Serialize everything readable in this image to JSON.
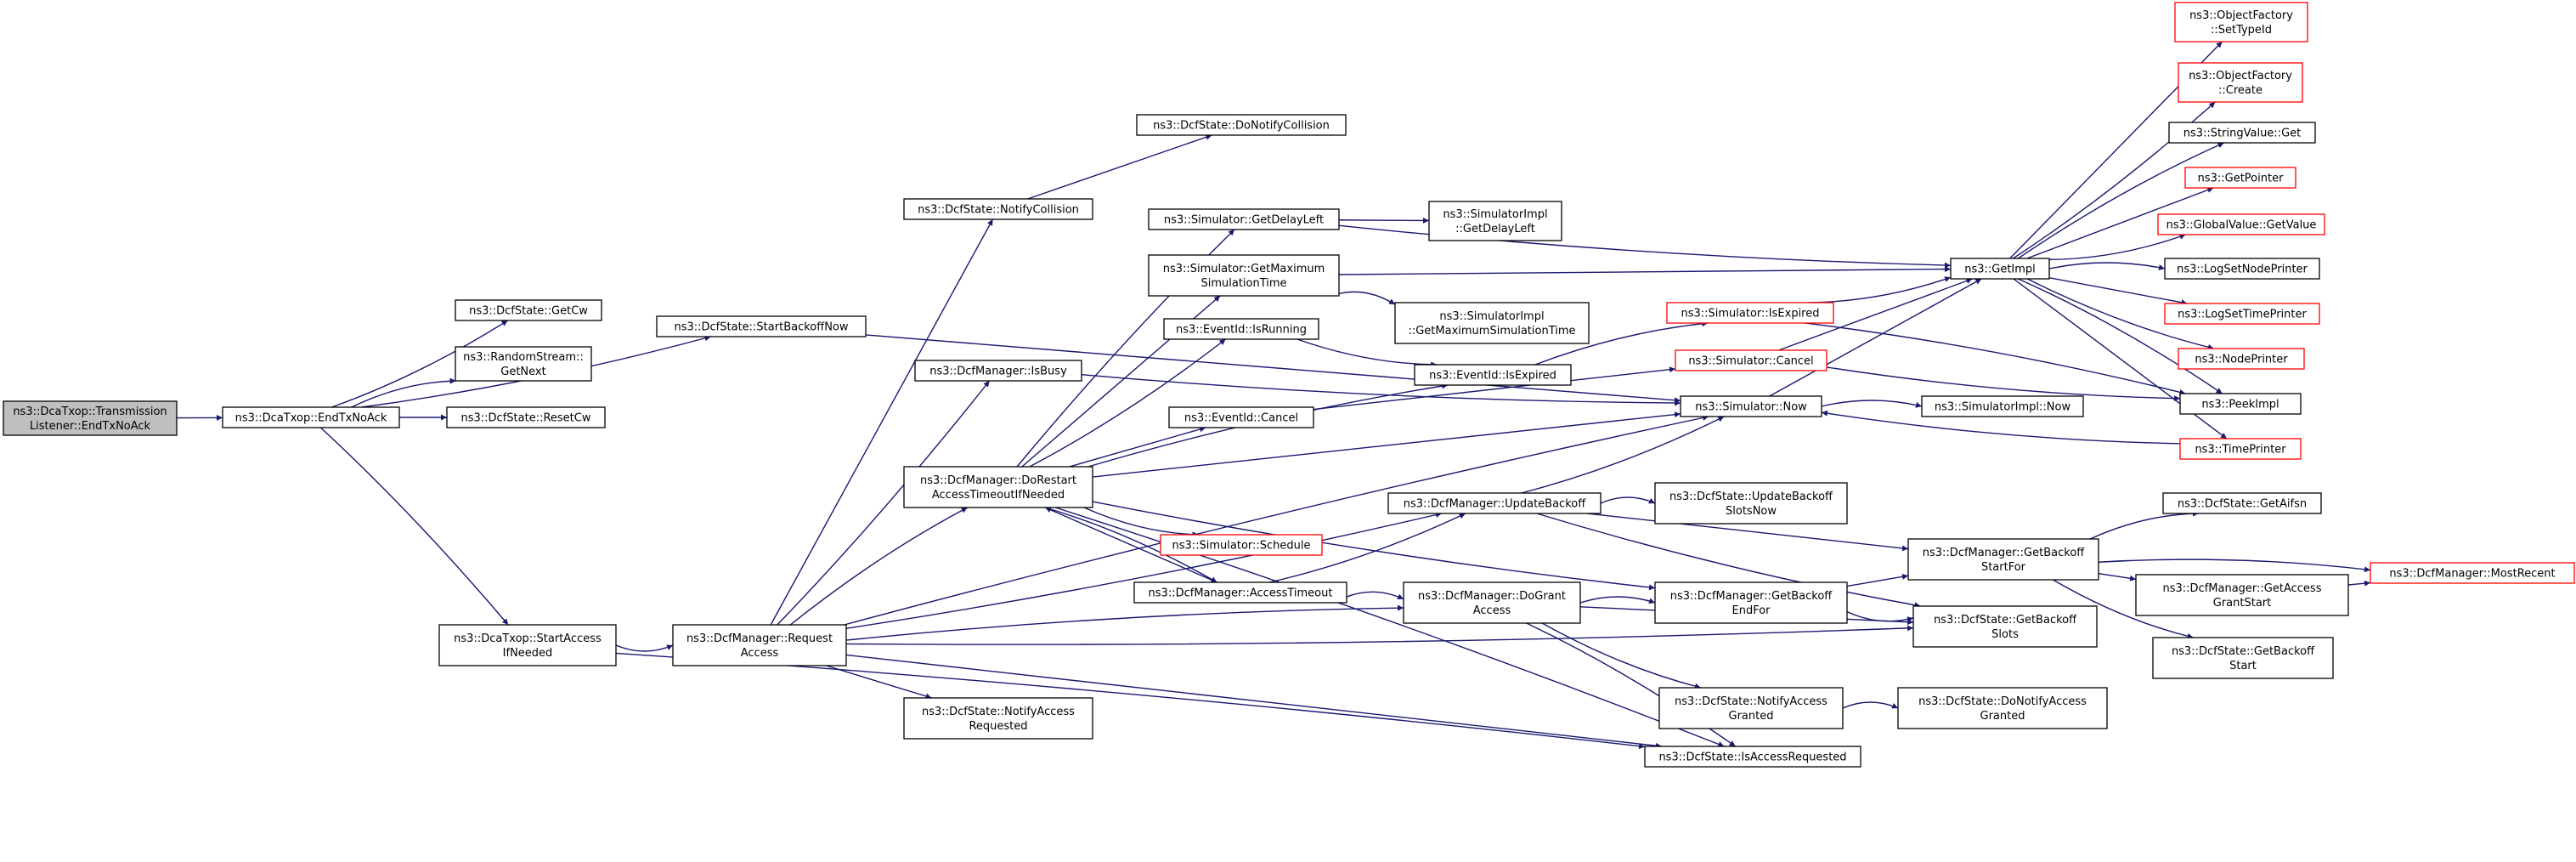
{
  "colors": {
    "edge": "#191970",
    "node_border": "#000000",
    "node_border_truncated": "#ff0000",
    "node_fill": "#ffffff",
    "root_fill": "#bfbfbf",
    "text": "#000000"
  },
  "nodes": [
    {
      "id": "root",
      "lines": [
        "ns3::DcaTxop::Transmission",
        "Listener::EndTxNoAck"
      ],
      "style": "root"
    },
    {
      "id": "dca-endtxnoack",
      "lines": [
        "ns3::DcaTxop::EndTxNoAck"
      ],
      "style": "normal"
    },
    {
      "id": "dcfstate-getcw",
      "lines": [
        "ns3::DcfState::GetCw"
      ],
      "style": "normal"
    },
    {
      "id": "randomstream-getnext",
      "lines": [
        "ns3::RandomStream::",
        "GetNext"
      ],
      "style": "normal"
    },
    {
      "id": "dcfstate-resetcw",
      "lines": [
        "ns3::DcfState::ResetCw"
      ],
      "style": "normal"
    },
    {
      "id": "dcfstate-startbackoffnow",
      "lines": [
        "ns3::DcfState::StartBackoffNow"
      ],
      "style": "normal"
    },
    {
      "id": "dca-startaccessifneeded",
      "lines": [
        "ns3::DcaTxop::StartAccess",
        "IfNeeded"
      ],
      "style": "normal"
    },
    {
      "id": "dcfmanager-requestaccess",
      "lines": [
        "ns3::DcfManager::Request",
        "Access"
      ],
      "style": "normal"
    },
    {
      "id": "dcfstate-notifycollision",
      "lines": [
        "ns3::DcfState::NotifyCollision"
      ],
      "style": "normal"
    },
    {
      "id": "dcfstate-donotifycollision",
      "lines": [
        "ns3::DcfState::DoNotifyCollision"
      ],
      "style": "normal"
    },
    {
      "id": "dcfmanager-isbusy",
      "lines": [
        "ns3::DcfManager::IsBusy"
      ],
      "style": "normal"
    },
    {
      "id": "dcfmanager-dorestart",
      "lines": [
        "ns3::DcfManager::DoRestart",
        "AccessTimeoutIfNeeded"
      ],
      "style": "normal"
    },
    {
      "id": "dcfstate-notifyaccessrequested",
      "lines": [
        "ns3::DcfState::NotifyAccess",
        "Requested"
      ],
      "style": "normal"
    },
    {
      "id": "simulator-getdelayleft",
      "lines": [
        "ns3::Simulator::GetDelayLeft"
      ],
      "style": "normal"
    },
    {
      "id": "simulator-getmaxsimtime",
      "lines": [
        "ns3::Simulator::GetMaximum",
        "SimulationTime"
      ],
      "style": "normal"
    },
    {
      "id": "eventid-isrunning",
      "lines": [
        "ns3::EventId::IsRunning"
      ],
      "style": "normal"
    },
    {
      "id": "eventid-cancel",
      "lines": [
        "ns3::EventId::Cancel"
      ],
      "style": "normal"
    },
    {
      "id": "simulator-schedule",
      "lines": [
        "ns3::Simulator::Schedule"
      ],
      "style": "truncated"
    },
    {
      "id": "dcfmanager-accesstimeout",
      "lines": [
        "ns3::DcfManager::AccessTimeout"
      ],
      "style": "normal"
    },
    {
      "id": "simimpl-getdelayleft",
      "lines": [
        "ns3::SimulatorImpl",
        "::GetDelayLeft"
      ],
      "style": "normal"
    },
    {
      "id": "simimpl-getmaxsimtime",
      "lines": [
        "ns3::SimulatorImpl",
        "::GetMaximumSimulationTime"
      ],
      "style": "normal"
    },
    {
      "id": "eventid-isexpired",
      "lines": [
        "ns3::EventId::IsExpired"
      ],
      "style": "normal"
    },
    {
      "id": "dcfmanager-updatebackoff",
      "lines": [
        "ns3::DcfManager::UpdateBackoff"
      ],
      "style": "normal"
    },
    {
      "id": "dcfmanager-dogrant",
      "lines": [
        "ns3::DcfManager::DoGrant",
        "Access"
      ],
      "style": "normal"
    },
    {
      "id": "simulator-isexpired",
      "lines": [
        "ns3::Simulator::IsExpired"
      ],
      "style": "truncated"
    },
    {
      "id": "simulator-cancel",
      "lines": [
        "ns3::Simulator::Cancel"
      ],
      "style": "truncated"
    },
    {
      "id": "simulator-now",
      "lines": [
        "ns3::Simulator::Now"
      ],
      "style": "normal"
    },
    {
      "id": "dcfstate-updatebackoffslotsnow",
      "lines": [
        "ns3::DcfState::UpdateBackoff",
        "SlotsNow"
      ],
      "style": "normal"
    },
    {
      "id": "dcfmanager-getbackoffendfor",
      "lines": [
        "ns3::DcfManager::GetBackoff",
        "EndFor"
      ],
      "style": "normal"
    },
    {
      "id": "dcfstate-notifyaccessgranted",
      "lines": [
        "ns3::DcfState::NotifyAccess",
        "Granted"
      ],
      "style": "normal"
    },
    {
      "id": "dcfstate-isaccessrequested",
      "lines": [
        "ns3::DcfState::IsAccessRequested"
      ],
      "style": "normal"
    },
    {
      "id": "getimpl",
      "lines": [
        "ns3::GetImpl"
      ],
      "style": "normal"
    },
    {
      "id": "simimpl-now",
      "lines": [
        "ns3::SimulatorImpl::Now"
      ],
      "style": "normal"
    },
    {
      "id": "dcfmanager-getbackoffstartfor",
      "lines": [
        "ns3::DcfManager::GetBackoff",
        "StartFor"
      ],
      "style": "normal"
    },
    {
      "id": "dcfstate-getbackoffslots",
      "lines": [
        "ns3::DcfState::GetBackoff",
        "Slots"
      ],
      "style": "normal"
    },
    {
      "id": "dcfstate-donotifyaccessgranted",
      "lines": [
        "ns3::DcfState::DoNotifyAccess",
        "Granted"
      ],
      "style": "normal"
    },
    {
      "id": "objectfactory-settypeid",
      "lines": [
        "ns3::ObjectFactory",
        "::SetTypeId"
      ],
      "style": "truncated"
    },
    {
      "id": "objectfactory-create",
      "lines": [
        "ns3::ObjectFactory",
        "::Create"
      ],
      "style": "truncated"
    },
    {
      "id": "stringvalue-get",
      "lines": [
        "ns3::StringValue::Get"
      ],
      "style": "normal"
    },
    {
      "id": "getpointer",
      "lines": [
        "ns3::GetPointer"
      ],
      "style": "truncated"
    },
    {
      "id": "globalvalue-getvalue",
      "lines": [
        "ns3::GlobalValue::GetValue"
      ],
      "style": "truncated"
    },
    {
      "id": "logsetnodeprinter",
      "lines": [
        "ns3::LogSetNodePrinter"
      ],
      "style": "normal"
    },
    {
      "id": "logsettimeprinter",
      "lines": [
        "ns3::LogSetTimePrinter"
      ],
      "style": "truncated"
    },
    {
      "id": "nodeprinter",
      "lines": [
        "ns3::NodePrinter"
      ],
      "style": "truncated"
    },
    {
      "id": "peekimpl",
      "lines": [
        "ns3::PeekImpl"
      ],
      "style": "normal"
    },
    {
      "id": "timeprinter",
      "lines": [
        "ns3::TimePrinter"
      ],
      "style": "truncated"
    },
    {
      "id": "dcfstate-getaifsn",
      "lines": [
        "ns3::DcfState::GetAifsn"
      ],
      "style": "normal"
    },
    {
      "id": "dcfmanager-getaccessgrantstart",
      "lines": [
        "ns3::DcfManager::GetAccess",
        "GrantStart"
      ],
      "style": "normal"
    },
    {
      "id": "dcfstate-getbackoffstart",
      "lines": [
        "ns3::DcfState::GetBackoff",
        "Start"
      ],
      "style": "normal"
    },
    {
      "id": "dcfmanager-mostrecent",
      "lines": [
        "ns3::DcfManager::MostRecent"
      ],
      "style": "truncated"
    }
  ],
  "edges": [
    {
      "from": "root",
      "to": "dca-endtxnoack"
    },
    {
      "from": "dca-endtxnoack",
      "to": "dcfstate-getcw"
    },
    {
      "from": "dca-endtxnoack",
      "to": "randomstream-getnext"
    },
    {
      "from": "dca-endtxnoack",
      "to": "dcfstate-resetcw"
    },
    {
      "from": "dca-endtxnoack",
      "to": "dcfstate-startbackoffnow"
    },
    {
      "from": "dca-endtxnoack",
      "to": "dca-startaccessifneeded"
    },
    {
      "from": "dcfstate-startbackoffnow",
      "to": "simulator-now"
    },
    {
      "from": "dca-startaccessifneeded",
      "to": "dcfmanager-requestaccess"
    },
    {
      "from": "dca-startaccessifneeded",
      "to": "dcfstate-isaccessrequested"
    },
    {
      "from": "dcfmanager-requestaccess",
      "to": "dcfstate-notifycollision"
    },
    {
      "from": "dcfmanager-requestaccess",
      "to": "dcfmanager-isbusy"
    },
    {
      "from": "dcfmanager-requestaccess",
      "to": "dcfmanager-dorestart"
    },
    {
      "from": "dcfmanager-requestaccess",
      "to": "dcfstate-notifyaccessrequested"
    },
    {
      "from": "dcfmanager-requestaccess",
      "to": "dcfmanager-updatebackoff"
    },
    {
      "from": "dcfmanager-requestaccess",
      "to": "dcfmanager-dogrant"
    },
    {
      "from": "dcfmanager-requestaccess",
      "to": "dcfstate-isaccessrequested"
    },
    {
      "from": "dcfmanager-requestaccess",
      "to": "dcfstate-getbackoffslots"
    },
    {
      "from": "dcfmanager-requestaccess",
      "to": "simulator-now"
    },
    {
      "from": "dcfstate-notifycollision",
      "to": "dcfstate-donotifycollision"
    },
    {
      "from": "dcfmanager-isbusy",
      "to": "simulator-now"
    },
    {
      "from": "dcfmanager-dorestart",
      "to": "simulator-getdelayleft"
    },
    {
      "from": "dcfmanager-dorestart",
      "to": "simulator-getmaxsimtime"
    },
    {
      "from": "dcfmanager-dorestart",
      "to": "eventid-isrunning"
    },
    {
      "from": "dcfmanager-dorestart",
      "to": "eventid-isexpired"
    },
    {
      "from": "dcfmanager-dorestart",
      "to": "eventid-cancel"
    },
    {
      "from": "dcfmanager-dorestart",
      "to": "simulator-schedule"
    },
    {
      "from": "dcfmanager-dorestart",
      "to": "dcfmanager-accesstimeout"
    },
    {
      "from": "dcfmanager-dorestart",
      "to": "simulator-now"
    },
    {
      "from": "dcfmanager-dorestart",
      "to": "dcfmanager-getbackoffendfor"
    },
    {
      "from": "dcfmanager-dorestart",
      "to": "dcfstate-isaccessrequested"
    },
    {
      "from": "dcfmanager-accesstimeout",
      "to": "dcfmanager-dorestart"
    },
    {
      "from": "dcfmanager-accesstimeout",
      "to": "dcfmanager-updatebackoff"
    },
    {
      "from": "dcfmanager-accesstimeout",
      "to": "dcfmanager-dogrant"
    },
    {
      "from": "simulator-getdelayleft",
      "to": "simimpl-getdelayleft"
    },
    {
      "from": "simulator-getdelayleft",
      "to": "getimpl"
    },
    {
      "from": "simulator-getmaxsimtime",
      "to": "simimpl-getmaxsimtime"
    },
    {
      "from": "simulator-getmaxsimtime",
      "to": "getimpl"
    },
    {
      "from": "eventid-isrunning",
      "to": "eventid-isexpired"
    },
    {
      "from": "eventid-isexpired",
      "to": "simulator-isexpired"
    },
    {
      "from": "eventid-cancel",
      "to": "simulator-cancel"
    },
    {
      "from": "simulator-isexpired",
      "to": "getimpl"
    },
    {
      "from": "simulator-isexpired",
      "to": "peekimpl"
    },
    {
      "from": "simulator-cancel",
      "to": "getimpl"
    },
    {
      "from": "simulator-cancel",
      "to": "peekimpl"
    },
    {
      "from": "simulator-now",
      "to": "simimpl-now"
    },
    {
      "from": "simulator-now",
      "to": "getimpl"
    },
    {
      "from": "dcfmanager-updatebackoff",
      "to": "simulator-now"
    },
    {
      "from": "dcfmanager-updatebackoff",
      "to": "dcfstate-updatebackoffslotsnow"
    },
    {
      "from": "dcfmanager-updatebackoff",
      "to": "dcfmanager-getbackoffstartfor"
    },
    {
      "from": "dcfmanager-updatebackoff",
      "to": "dcfstate-getbackoffslots"
    },
    {
      "from": "dcfmanager-dogrant",
      "to": "dcfmanager-getbackoffendfor"
    },
    {
      "from": "dcfmanager-dogrant",
      "to": "dcfstate-getbackoffslots"
    },
    {
      "from": "dcfmanager-dogrant",
      "to": "dcfstate-notifyaccessgranted"
    },
    {
      "from": "dcfmanager-dogrant",
      "to": "dcfstate-isaccessrequested"
    },
    {
      "from": "dcfmanager-getbackoffendfor",
      "to": "dcfmanager-getbackoffstartfor"
    },
    {
      "from": "dcfmanager-getbackoffendfor",
      "to": "dcfstate-getbackoffslots"
    },
    {
      "from": "dcfstate-notifyaccessgranted",
      "to": "dcfstate-donotifyaccessgranted"
    },
    {
      "from": "getimpl",
      "to": "objectfactory-settypeid"
    },
    {
      "from": "getimpl",
      "to": "objectfactory-create"
    },
    {
      "from": "getimpl",
      "to": "stringvalue-get"
    },
    {
      "from": "getimpl",
      "to": "getpointer"
    },
    {
      "from": "getimpl",
      "to": "globalvalue-getvalue"
    },
    {
      "from": "getimpl",
      "to": "logsetnodeprinter"
    },
    {
      "from": "getimpl",
      "to": "logsettimeprinter"
    },
    {
      "from": "getimpl",
      "to": "nodeprinter"
    },
    {
      "from": "getimpl",
      "to": "peekimpl"
    },
    {
      "from": "getimpl",
      "to": "timeprinter"
    },
    {
      "from": "timeprinter",
      "to": "simulator-now"
    },
    {
      "from": "dcfmanager-getbackoffstartfor",
      "to": "dcfstate-getaifsn"
    },
    {
      "from": "dcfmanager-getbackoffstartfor",
      "to": "dcfmanager-getaccessgrantstart"
    },
    {
      "from": "dcfmanager-getbackoffstartfor",
      "to": "dcfstate-getbackoffstart"
    },
    {
      "from": "dcfmanager-getbackoffstartfor",
      "to": "dcfmanager-mostrecent"
    },
    {
      "from": "dcfmanager-getaccessgrantstart",
      "to": "dcfmanager-mostrecent"
    }
  ]
}
